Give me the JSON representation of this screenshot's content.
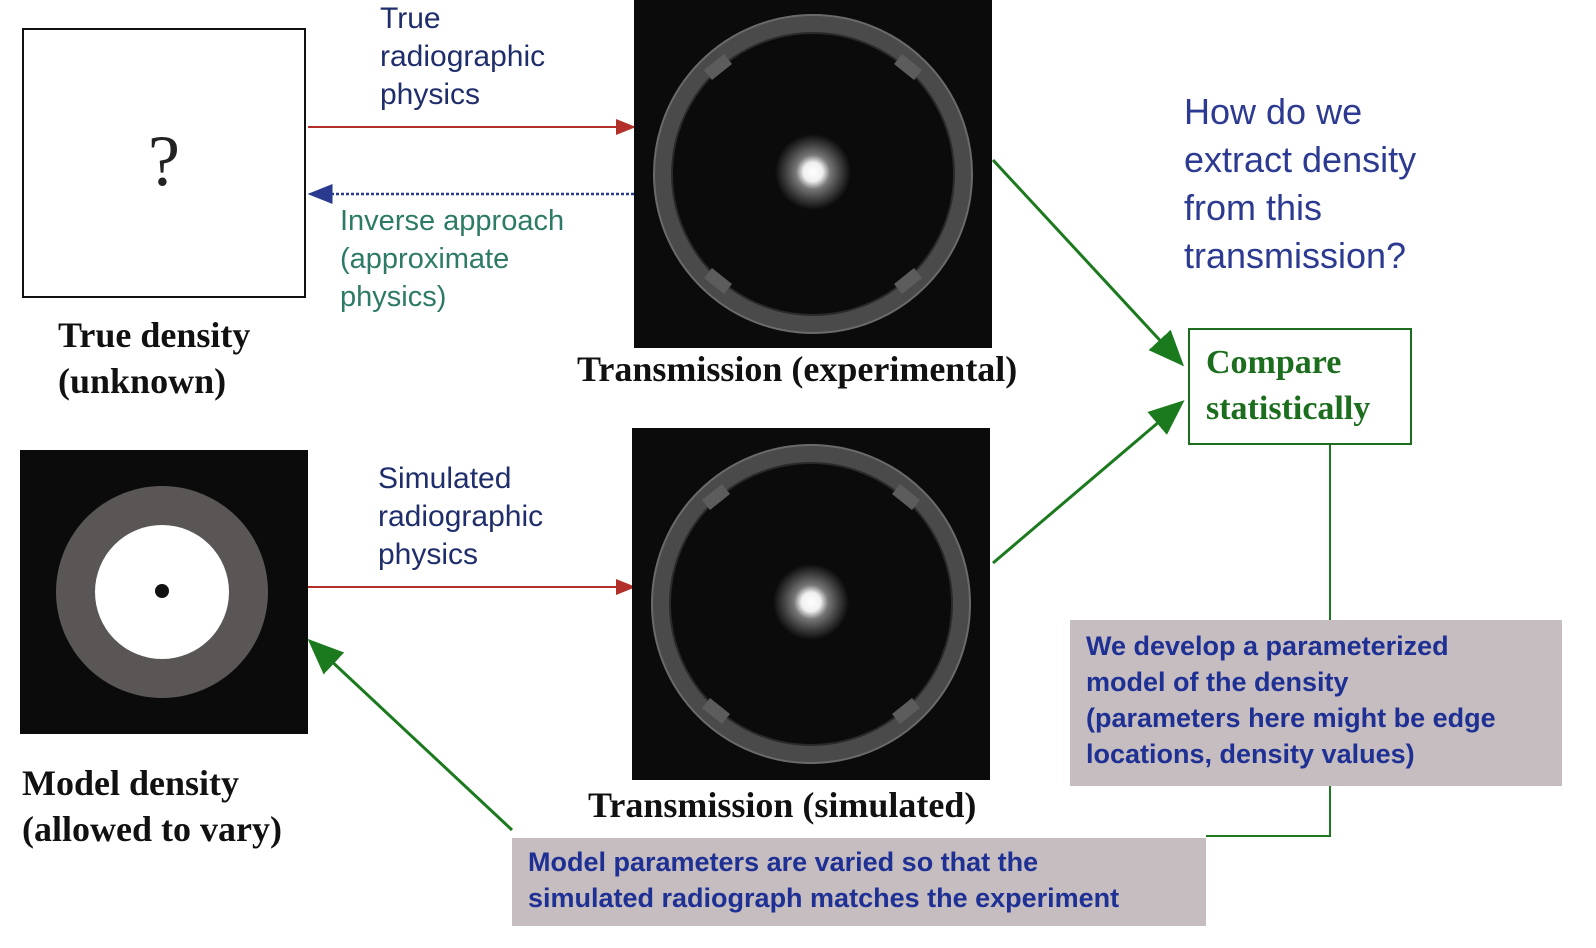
{
  "true_density": {
    "symbol": "?",
    "label_line1": "True density",
    "label_line2": "(unknown)"
  },
  "true_physics": {
    "line1": "True",
    "line2": "radiographic",
    "line3": "physics"
  },
  "inverse": {
    "line1": "Inverse approach",
    "line2": "(approximate",
    "line3": "physics)"
  },
  "transmission_experimental": {
    "label": "Transmission (experimental)"
  },
  "transmission_simulated": {
    "label": "Transmission (simulated)"
  },
  "question": {
    "line1": "How do we",
    "line2": "extract density",
    "line3": "from this",
    "line4": "transmission?"
  },
  "compare": {
    "line1": "Compare",
    "line2": "statistically"
  },
  "model_density": {
    "label_line1": "Model density",
    "label_line2": "(allowed to vary)"
  },
  "simulated_physics": {
    "line1": "Simulated",
    "line2": "radiographic",
    "line3": "physics"
  },
  "parameterized_note": {
    "line1": "We develop a parameterized",
    "line2": "model of the density",
    "line3": "(parameters here might be edge",
    "line4": "locations, density values)"
  },
  "varied_note": {
    "line1": "Model parameters are varied so that the",
    "line2": "simulated radiograph matches the experiment"
  },
  "colors": {
    "forward_arrow": "#b3302a",
    "inverse_arrow": "#2a3b8f",
    "feedback_arrow": "#1c7a1e",
    "callout_bg": "#c5bdbf"
  }
}
